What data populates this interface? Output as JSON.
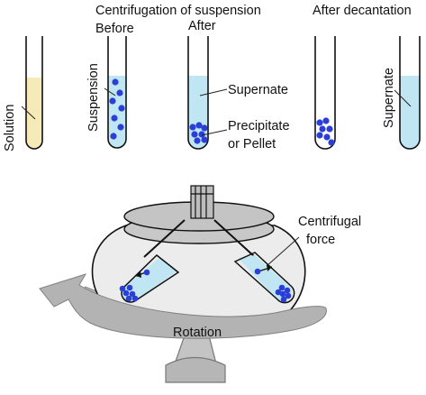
{
  "header": {
    "title": "Centrifugation of suspension",
    "before": "Before",
    "after": "After",
    "after_decantation": "After decantation"
  },
  "tubes": {
    "solution": "Solution",
    "suspension": "Suspension",
    "supernate": "Supernate",
    "precipitate": "Precipitate",
    "pellet": "or Pellet",
    "supernate_decanted": "Supernate"
  },
  "centrifuge": {
    "force": "Centrifugal",
    "force2": "force",
    "rotation": "Rotation"
  },
  "colors": {
    "solution": "#f7eab9",
    "liquid": "#bfe6f2",
    "particle": "#2b3fd6",
    "rotor": "#c0c0c0",
    "bowl": "#ececec",
    "arrow": "#b3b3b3"
  }
}
